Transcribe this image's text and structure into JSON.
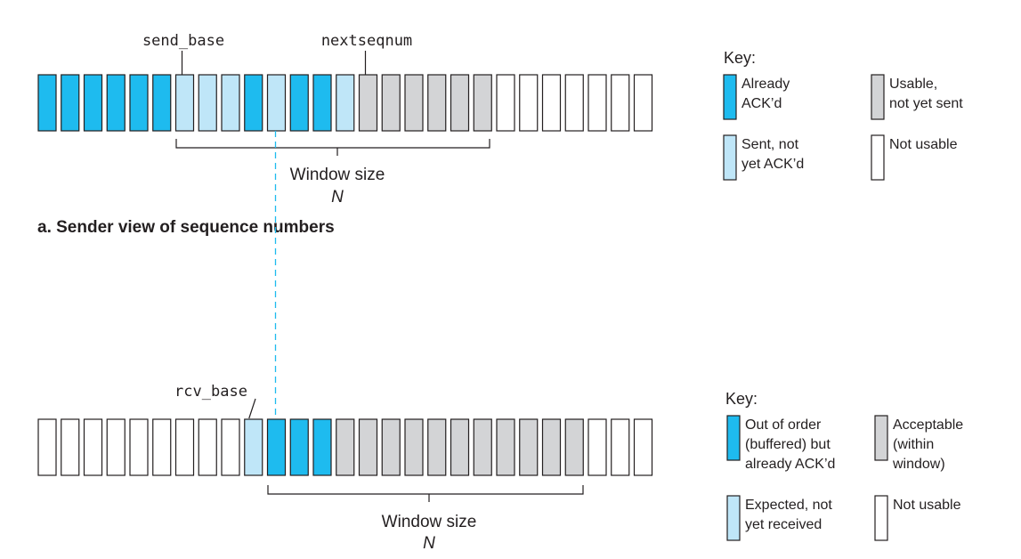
{
  "colors": {
    "ack": "#1ebbef",
    "sent": "#bfe6f8",
    "usable": "#d3d4d6",
    "unusable": "#ffffff",
    "stroke": "#231f20",
    "dashed": "#1ebbef"
  },
  "sender": {
    "cells": [
      "ack",
      "ack",
      "ack",
      "ack",
      "ack",
      "ack",
      "sent",
      "sent",
      "sent",
      "ack",
      "sent",
      "ack",
      "ack",
      "sent",
      "usable",
      "usable",
      "usable",
      "usable",
      "usable",
      "usable",
      "unusable",
      "unusable",
      "unusable",
      "unusable",
      "unusable",
      "unusable",
      "unusable"
    ],
    "send_base_label": "send_base",
    "send_base_index": 6,
    "nextseqnum_label": "nextseqnum",
    "nextseqnum_index": 14,
    "window_label": "Window size",
    "window_n": "N",
    "caption": "a. Sender view of sequence numbers"
  },
  "receiver": {
    "cells": [
      "unusable",
      "unusable",
      "unusable",
      "unusable",
      "unusable",
      "unusable",
      "unusable",
      "unusable",
      "unusable",
      "sent",
      "ack",
      "ack",
      "ack",
      "usable",
      "usable",
      "usable",
      "usable",
      "usable",
      "usable",
      "usable",
      "usable",
      "usable",
      "usable",
      "usable",
      "unusable",
      "unusable",
      "unusable"
    ],
    "rcv_base_label": "rcv_base",
    "rcv_base_index": 9,
    "window_label": "Window size",
    "window_n": "N"
  },
  "sender_key": {
    "title": "Key:",
    "items": [
      {
        "color": "ack",
        "lines": [
          "Already",
          "ACK’d"
        ]
      },
      {
        "color": "usable",
        "lines": [
          "Usable,",
          "not yet sent"
        ]
      },
      {
        "color": "sent",
        "lines": [
          "Sent, not",
          "yet ACK’d"
        ]
      },
      {
        "color": "unusable",
        "lines": [
          "Not usable"
        ]
      }
    ]
  },
  "receiver_key": {
    "title": "Key:",
    "items": [
      {
        "color": "ack",
        "lines": [
          "Out of order",
          "(buffered) but",
          "already ACK’d"
        ]
      },
      {
        "color": "usable",
        "lines": [
          "Acceptable",
          "(within",
          "window)"
        ]
      },
      {
        "color": "sent",
        "lines": [
          "Expected, not",
          "yet received"
        ]
      },
      {
        "color": "unusable",
        "lines": [
          "Not usable"
        ]
      }
    ]
  }
}
